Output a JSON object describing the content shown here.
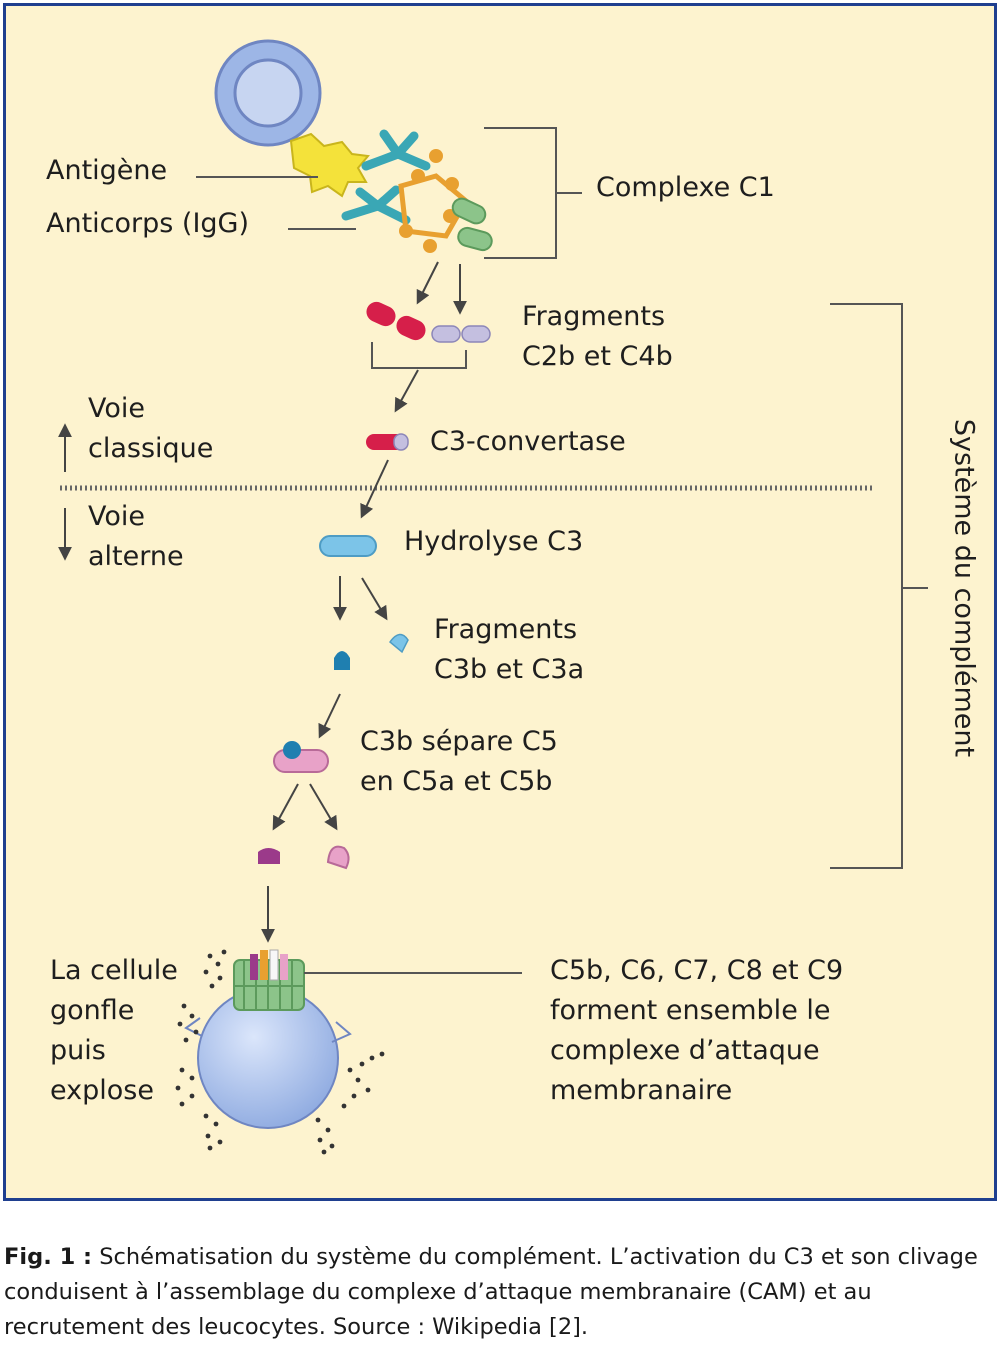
{
  "labels": {
    "antigene": "Antigène",
    "anticorps": "Anticorps (IgG)",
    "complexe_c1": "Complexe C1",
    "fragments_c2b_c4b": [
      "Fragments",
      "C2b et C4b"
    ],
    "voie_classique": [
      "Voie",
      "classique"
    ],
    "c3_convertase": "C3-convertase",
    "voie_alterne": [
      "Voie",
      "alterne"
    ],
    "hydrolyse_c3": "Hydrolyse C3",
    "fragments_c3b_c3a": [
      "Fragments",
      "C3b et C3a"
    ],
    "c3b_separe": [
      "C3b sépare C5",
      "en C5a et C5b"
    ],
    "cellule": [
      "La cellule",
      "gonfle",
      "puis",
      "explose"
    ],
    "cam": [
      "C5b, C6, C7, C8 et C9",
      "forment ensemble le",
      "complexe d’attaque",
      "membranaire"
    ],
    "systeme": "Système du complément"
  },
  "caption": {
    "prefix": "Fig. 1 :",
    "text": " Schématisation du système du complément. L’activation du C3 et son clivage conduisent à l’assemblage du complexe d’attaque membranaire (CAM) et au recrutement des leucocytes. Source : Wikipedia [2]."
  },
  "colors": {
    "frame": "#1f3f8f",
    "background": "#fdf3cf",
    "c2b_red": "#d61f4a",
    "c4b_lavender": "#c4bfe0",
    "c3_blue": "#7cc4e8",
    "c3b_dark_blue": "#1f7fb0",
    "c5_pink": "#e8a2c8",
    "c5b_purple": "#9b3a8a",
    "antigen_yellow": "#f4e23a",
    "antibody_teal": "#3aa7b5",
    "c1_orange": "#e8a030",
    "c1_green": "#8cc48a",
    "cell_blue": "#a9c3ee"
  }
}
